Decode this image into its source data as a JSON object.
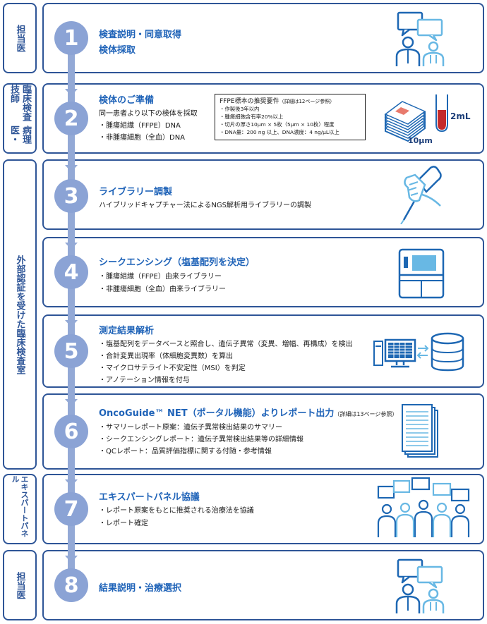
{
  "roles": [
    {
      "id": "doctor1",
      "lines": [
        "担当医"
      ]
    },
    {
      "id": "pathology",
      "lines": [
        "病理医・",
        "臨床検査技師"
      ]
    },
    {
      "id": "lab",
      "lines": [
        "外部認証を受けた臨床検査室"
      ]
    },
    {
      "id": "panel",
      "lines": [
        "エキスパートパネル"
      ]
    },
    {
      "id": "doctor2",
      "lines": [
        "担当医"
      ]
    }
  ],
  "steps": [
    {
      "number": "1",
      "title": "検査説明・同意取得",
      "lines": [
        "検体採取"
      ]
    },
    {
      "number": "2",
      "title": "検体のご準備",
      "lines": [
        "同一患者より以下の検体を採取",
        "・腫瘍組織（FFPE）DNA",
        "・非腫瘍細胞（全血）DNA"
      ]
    },
    {
      "number": "3",
      "title": "ライブラリー調製",
      "lines": [
        "ハイブリッドキャプチャー法によるNGS解析用ライブラリーの調製"
      ]
    },
    {
      "number": "4",
      "title": "シークエンシング（塩基配列を決定）",
      "lines": [
        "・腫瘍組織（FFPE）由来ライブラリー",
        "・非腫瘍細胞（全血）由来ライブラリー"
      ]
    },
    {
      "number": "5",
      "title": "測定結果解析",
      "lines": [
        "・塩基配列をデータベースと照合し、遺伝子異常（変異、増幅、再構成）を検出",
        "・合計変異出現率（体細胞変異数）を算出",
        "・マイクロサテライト不安定性（MSI）を判定",
        "・アノテーション情報を付与"
      ]
    },
    {
      "number": "6",
      "title": "OncoGuide™ NET（ポータル機能）よりレポート出力",
      "title_note": "（詳細は13ページ参照）",
      "lines": [
        "・サマリーレポート原案：遺伝子異常検出結果のサマリー",
        "・シークエンシングレポート：遺伝子異常検出結果等の詳細情報",
        "・QCレポート：品質評価指標に関する付随・参考情報"
      ]
    },
    {
      "number": "7",
      "title": "エキスパートパネル協議",
      "lines": [
        "・レポート原案をもとに推奨される治療法を協議",
        "・レポート確定"
      ]
    },
    {
      "number": "8",
      "title": "結果説明・治療選択",
      "lines": []
    }
  ],
  "requirements": {
    "title": "FFPE標本の推奨要件",
    "note": "（詳細は12ページ参照）",
    "items": [
      "・作製後3年以内",
      "・腫瘍細胞含有率20%以上",
      "・切片の厚さ10μm × 5枚（5μm × 10枚）程度",
      "・DNA量：200 ng 以上、DNA濃度：4 ng/μL以上"
    ]
  },
  "icon_labels": {
    "slide_thickness": "10μm",
    "blood_volume": "2mL"
  },
  "icons": [
    "consultation-icon",
    "slides-icon",
    "blood-tube-icon",
    "pipette-icon",
    "sequencer-icon",
    "computer-database-icon",
    "report-stack-icon",
    "expert-panel-icon"
  ],
  "colors": {
    "border": "#2e5597",
    "title": "#1f63b8",
    "circle": "#8ba3d5",
    "connector": "#93a9d6",
    "icon": "#1d67b3",
    "icon_light": "#68b8e4",
    "blood": "#c42a2a"
  }
}
